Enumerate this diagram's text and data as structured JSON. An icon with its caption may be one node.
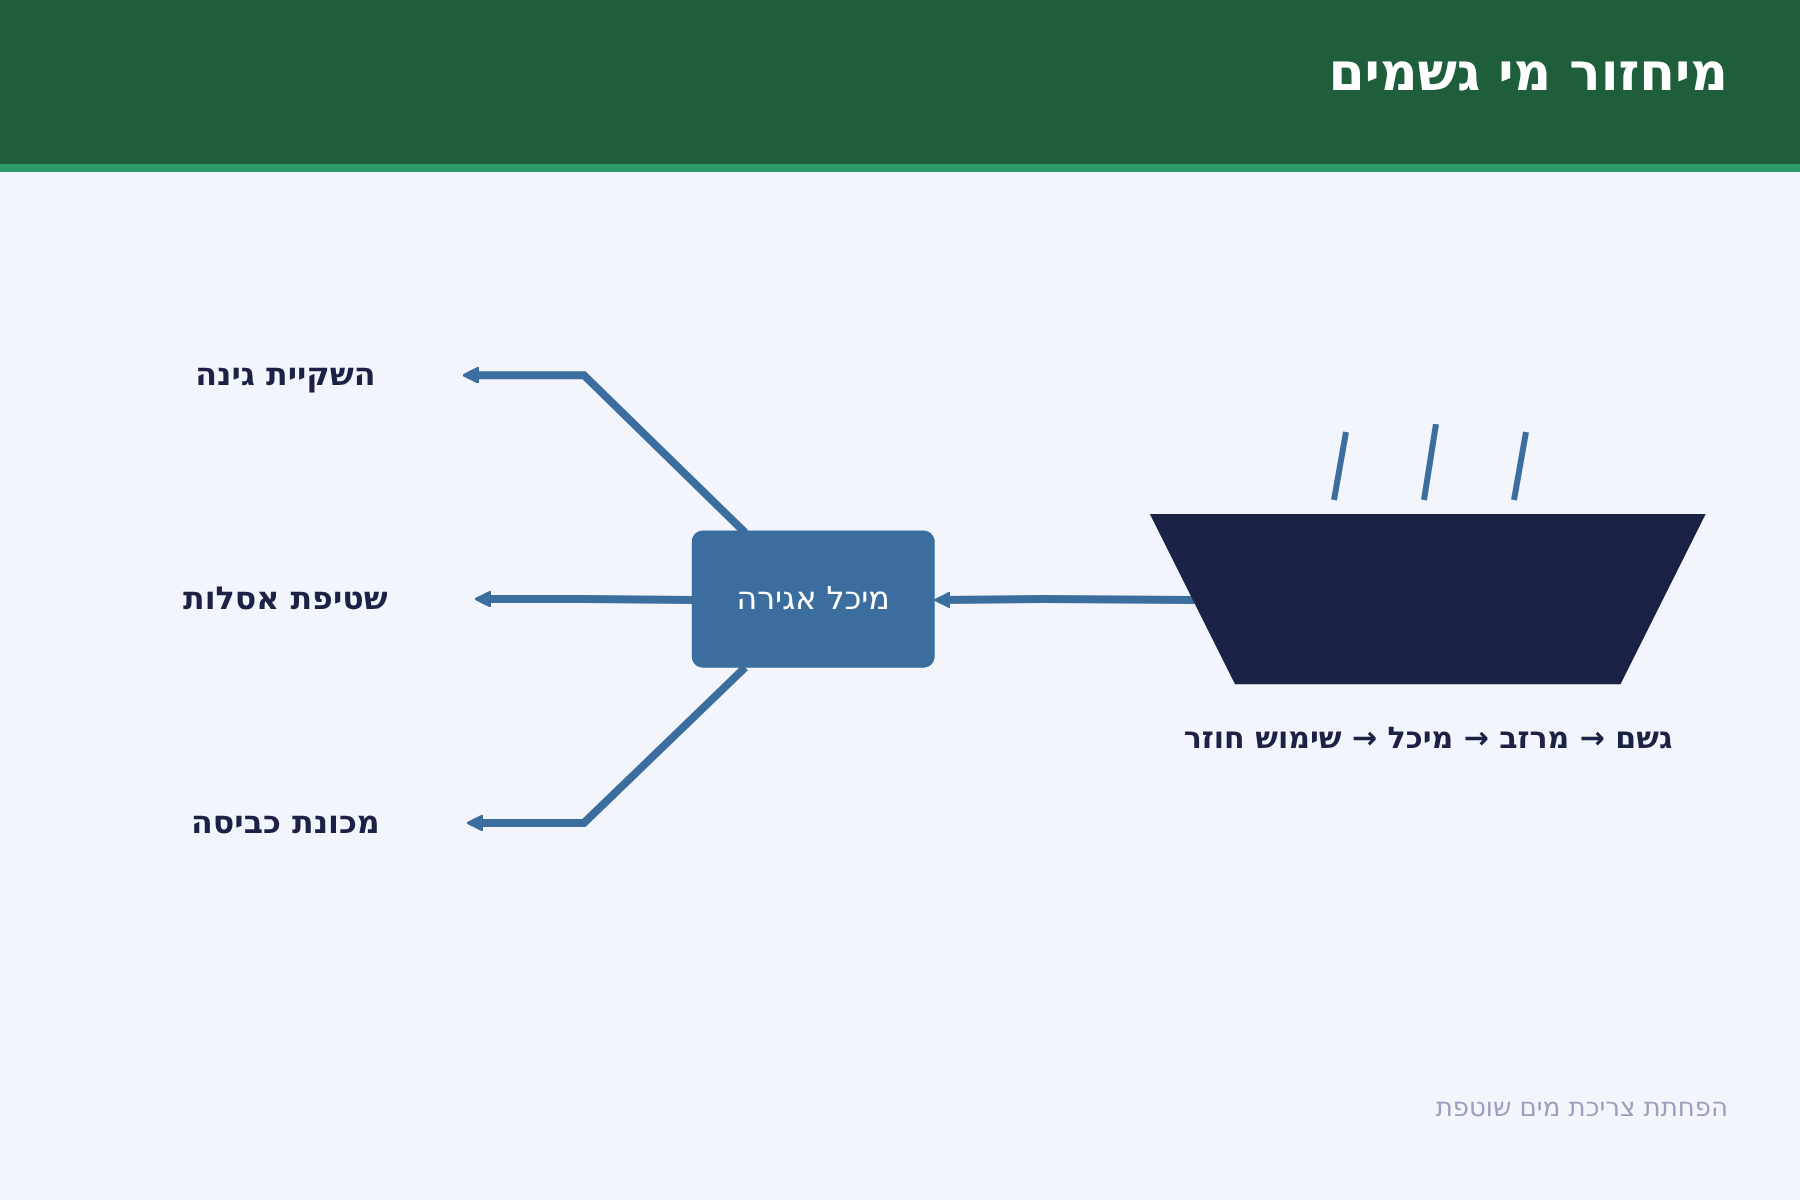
{
  "diagram": {
    "title": "מיחזור מי גשמים",
    "caption": "הפחתת צריכת מים שוטפת",
    "nodes": [
      {
        "text": [],
        "shape": "trapezoid"
      },
      {
        "text": [
          "מיכל אגירה"
        ]
      },
      {
        "text": [
          "השקיית גינה"
        ]
      },
      {
        "text": [
          "שטיפת אסלות"
        ]
      },
      {
        "text": [
          "מכונת כביסה"
        ]
      }
    ],
    "edges": [
      {
        "from": 0,
        "to": 1,
        "arrow": "to"
      },
      {
        "from": 1,
        "to": 2,
        "arrow": "to"
      },
      {
        "from": 1,
        "to": 3,
        "arrow": "to"
      },
      {
        "from": 1,
        "to": 4,
        "arrow": "to"
      }
    ],
    "labels": [
      "גשם → מרזב → מיכל → שימוש חוזר"
    ]
  }
}
